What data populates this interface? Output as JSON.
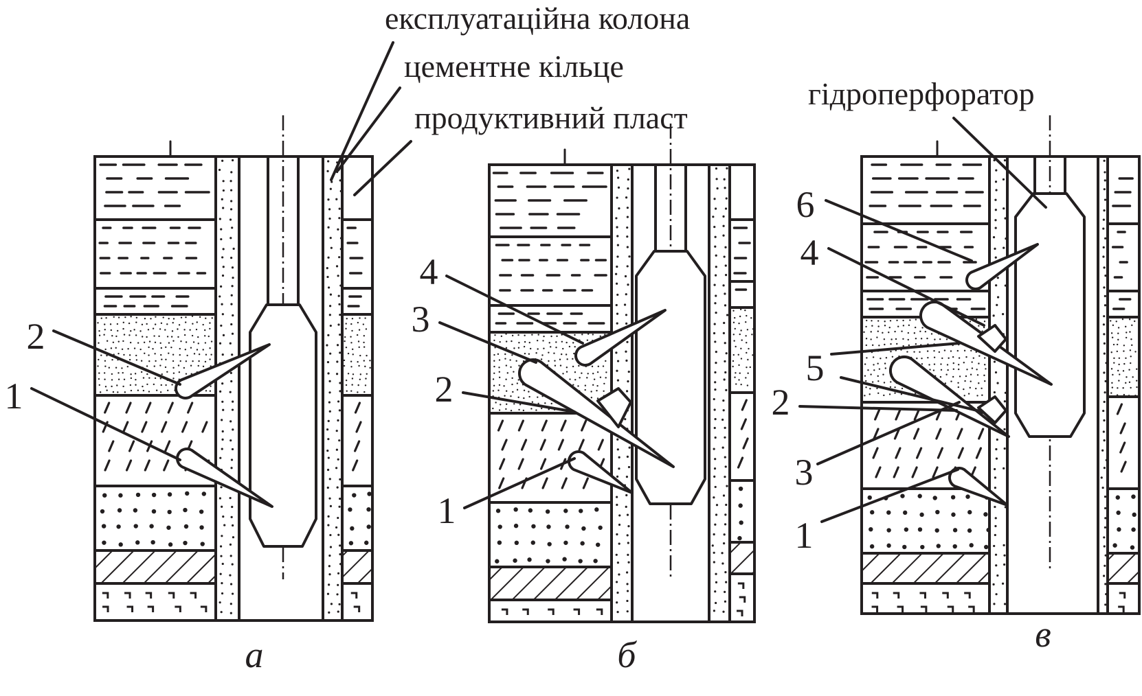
{
  "labels": {
    "casing": "експлуатаційна колона",
    "cement_ring": "цементне кільце",
    "productive_layer": "продуктивний пласт",
    "perforator": "гідроперфоратор"
  },
  "panels": [
    {
      "id": "a",
      "caption": "а",
      "numbers": [
        "2",
        "1"
      ]
    },
    {
      "id": "b",
      "caption": "б",
      "numbers": [
        "4",
        "3",
        "2",
        "1"
      ]
    },
    {
      "id": "c",
      "caption": "в",
      "numbers": [
        "6",
        "4",
        "5",
        "2",
        "3",
        "1"
      ]
    }
  ],
  "colors": {
    "ink": "#231f20",
    "background": "#ffffff"
  }
}
